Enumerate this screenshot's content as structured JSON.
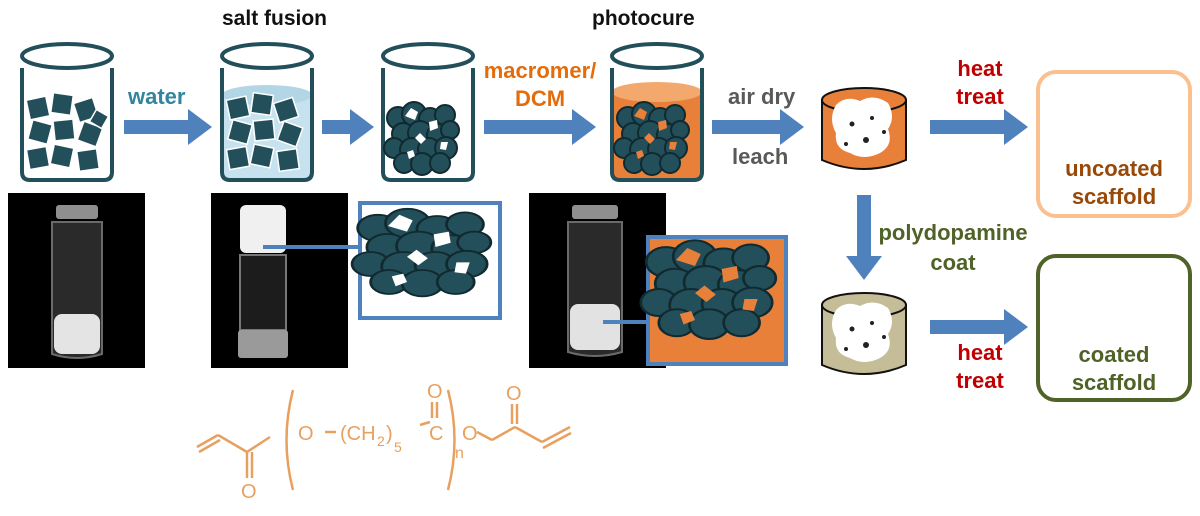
{
  "labels": {
    "water": "water",
    "salt_fusion": "salt fusion",
    "photocure": "photocure",
    "macromer_line1": "macromer/",
    "macromer_line2": "DCM",
    "air_dry": "air dry",
    "leach": "leach",
    "heat_treat_top_1": "heat",
    "heat_treat_top_2": "treat",
    "heat_treat_bottom_1": "heat",
    "heat_treat_bottom_2": "treat",
    "polydopamine_1": "polydopamine",
    "polydopamine_2": "coat",
    "uncoated_1": "uncoated",
    "uncoated_2": "scaffold",
    "coated_1": "coated",
    "coated_2": "scaffold"
  },
  "chemical_structure": {
    "o_ester_left": "O",
    "o_carbonyl_left": "O",
    "ch2_group": "(CH",
    "ch2_sub": "2",
    "ch2_close": ")",
    "repeat_sub": "5",
    "carbon": "C",
    "o_carbonyl_mid": "O",
    "repeat_n": "n",
    "o_ester_right": "O",
    "o_carbonyl_right": "O"
  },
  "colors": {
    "arrow": "#4f81bd",
    "salt": "#234f5a",
    "water_label": "#31859c",
    "macromer": "#e46c0a",
    "gray_label": "#595959",
    "heat": "#c00000",
    "coat_green": "#4f6228",
    "uncoated_border": "#fac090",
    "coated_border": "#4f6228",
    "chem": "#e8a060",
    "orange_fill": "#e8803a",
    "coated_fill": "#c4bd97"
  }
}
